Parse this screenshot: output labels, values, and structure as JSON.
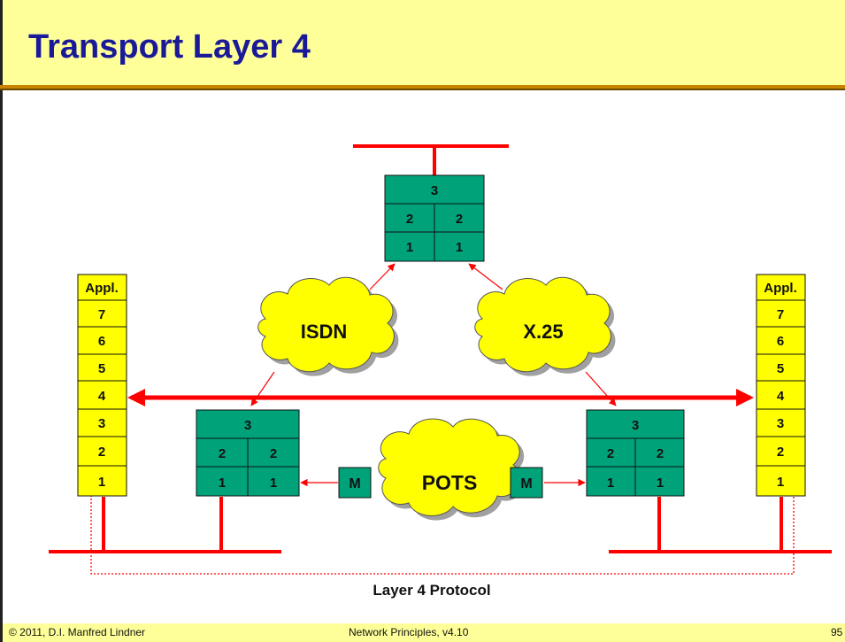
{
  "slide": {
    "title": "Transport Layer 4",
    "footer_left": "© 2011, D.I. Manfred Lindner",
    "footer_center": "Network Principles, v4.10",
    "page_number": "95"
  },
  "diagram": {
    "left_stack": [
      "Appl.",
      "7",
      "6",
      "5",
      "4",
      "3",
      "2",
      "1"
    ],
    "right_stack": [
      "Appl.",
      "7",
      "6",
      "5",
      "4",
      "3",
      "2",
      "1"
    ],
    "top_router": {
      "top": "3",
      "row2": [
        "2",
        "2"
      ],
      "row1": [
        "1",
        "1"
      ]
    },
    "left_router": {
      "top": "3",
      "row2": [
        "2",
        "2"
      ],
      "row1": [
        "1",
        "1"
      ]
    },
    "right_router": {
      "top": "3",
      "row2": [
        "2",
        "2"
      ],
      "row1": [
        "1",
        "1"
      ]
    },
    "clouds": {
      "isdn": "ISDN",
      "x25": "X.25",
      "pots": "POTS"
    },
    "modem_label": "M",
    "protocol_label": "Layer 4 Protocol",
    "colors": {
      "stack_fill": "#ffff00",
      "router_fill": "#00a27a",
      "cloud_fill": "#ffff00",
      "link_red": "#ff0000",
      "title_text": "#1a1a99"
    }
  }
}
